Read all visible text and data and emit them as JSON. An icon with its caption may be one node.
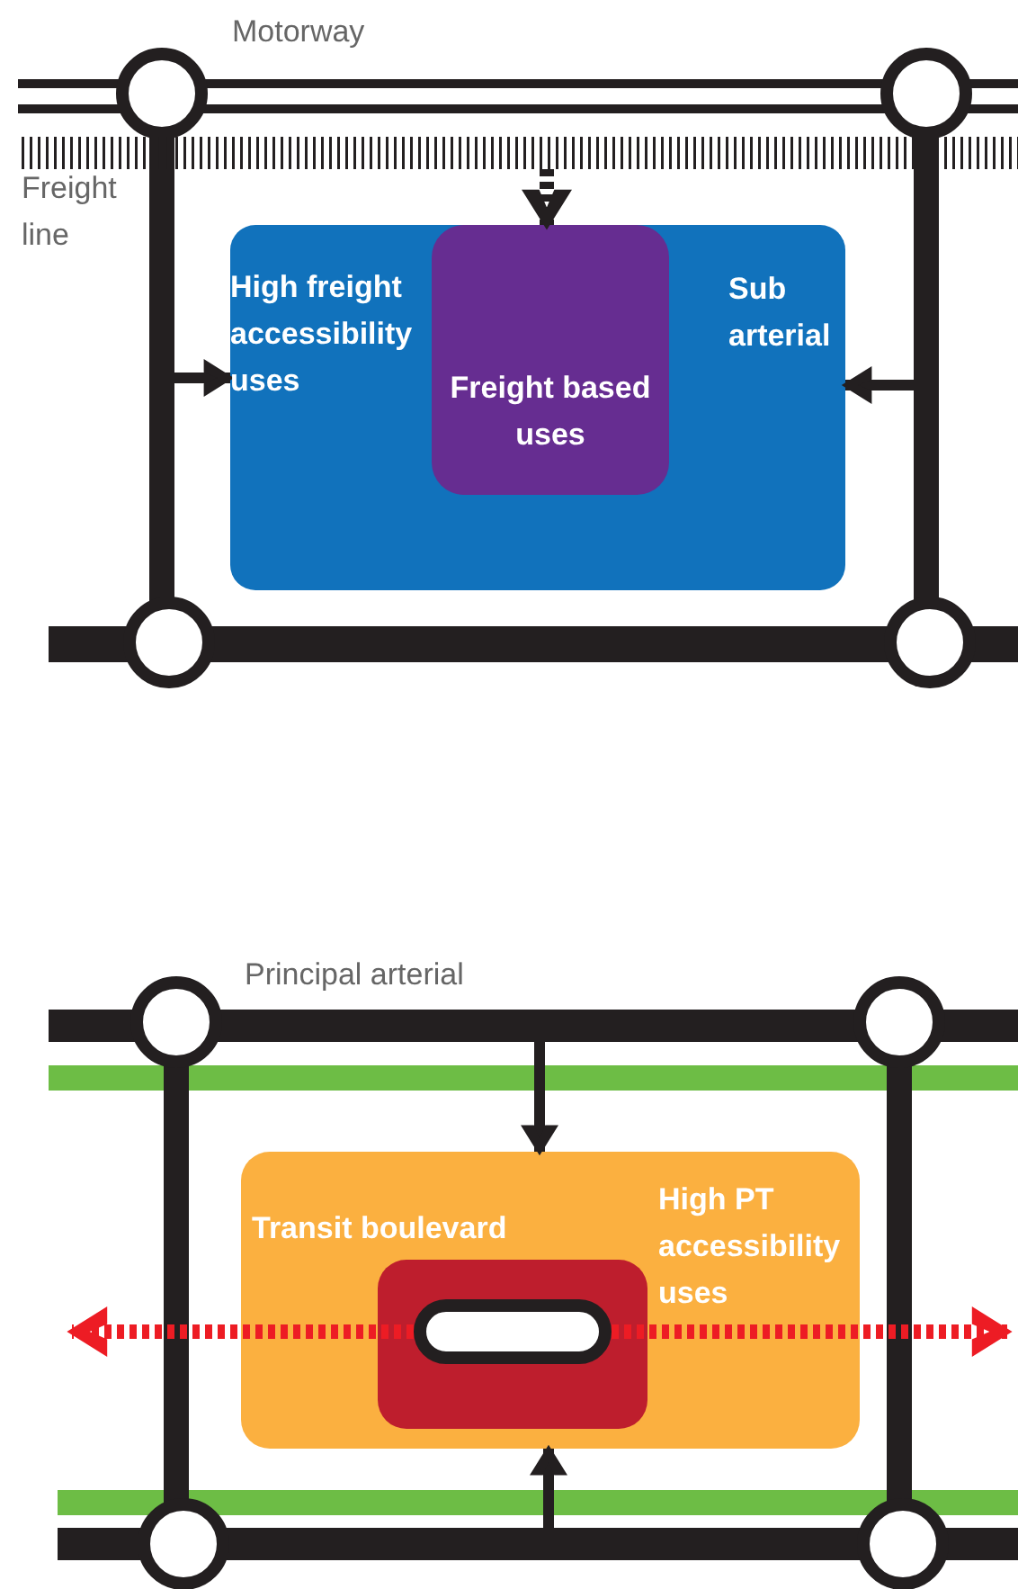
{
  "diagram": {
    "nodes": [
      {
        "text": [
          "High freight accessibility uses"
        ]
      },
      {
        "text": [
          "Freight based uses"
        ],
        "in": 0
      },
      {
        "text": [
          "High PT accessibility uses"
        ]
      },
      {
        "text": [],
        "shape": "box",
        "in": 2
      },
      {
        "text": [],
        "shape": "box",
        "in": 3
      }
    ],
    "edges": [
      {
        "from": null,
        "to": 0,
        "arrow": "to"
      },
      {
        "from": null,
        "to": 0,
        "arrow": "to"
      },
      {
        "from": null,
        "to": 1,
        "arrow": "to",
        "style": "dashed"
      },
      {
        "from": null,
        "to": 2,
        "arrow": "to"
      },
      {
        "from": null,
        "to": 2,
        "arrow": "to"
      },
      {
        "from": 4,
        "to": null,
        "arrow": "to",
        "style": "dashed",
        "color": "#ed1c24"
      },
      {
        "from": 4,
        "to": null,
        "arrow": "to",
        "style": "dashed",
        "color": "#ed1c24"
      }
    ],
    "labels": [
      "Motorway",
      "Freight line",
      "Sub arterial",
      "Principal arterial",
      "Transit boulevard"
    ]
  }
}
